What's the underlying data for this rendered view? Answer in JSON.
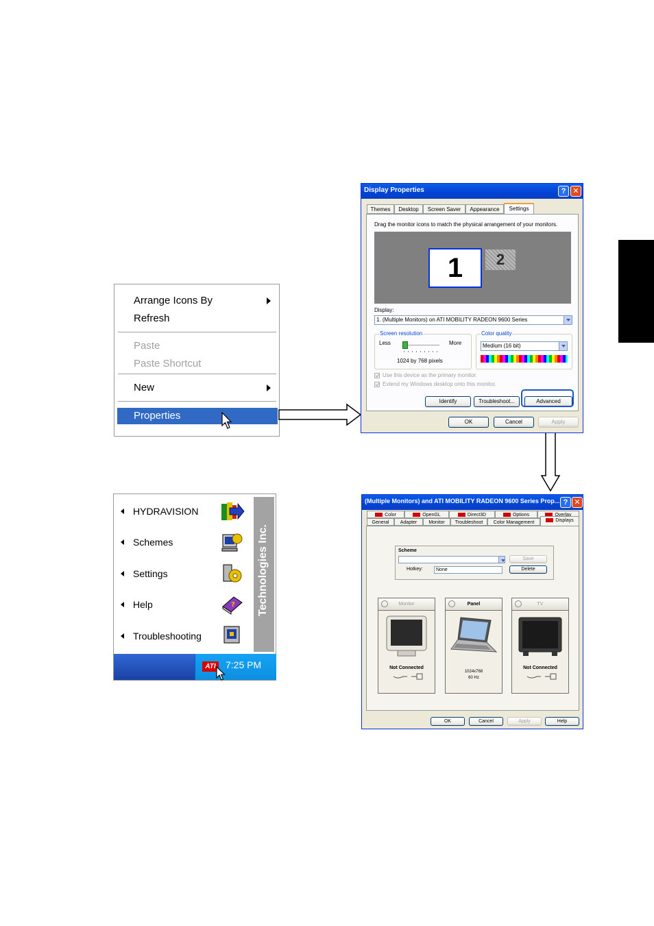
{
  "context_menu": {
    "items": [
      "Arrange Icons By",
      "Refresh",
      "Paste",
      "Paste Shortcut",
      "New",
      "Properties"
    ]
  },
  "display_properties": {
    "title": "Display Properties",
    "help_btn": "?",
    "close_btn": "✕",
    "tabs": [
      "Themes",
      "Desktop",
      "Screen Saver",
      "Appearance",
      "Settings"
    ],
    "instruction": "Drag the monitor icons to match the physical arrangement of your monitors.",
    "monitor1": "1",
    "monitor2": "2",
    "display_label": "Display:",
    "display_value": "1. (Multiple Monitors) on ATI MOBILITY RADEON 9600 Series",
    "resolution_group": "Screen resolution",
    "less": "Less",
    "more": "More",
    "resolution_value": "1024 by 768 pixels",
    "color_group": "Color quality",
    "color_value": "Medium (16 bit)",
    "check_primary": "Use this device as the primary monitor.",
    "check_extend": "Extend my Windows desktop onto this monitor.",
    "btn_identify": "Identify",
    "btn_troubleshoot": "Troubleshoot...",
    "btn_advanced": "Advanced",
    "btn_ok": "OK",
    "btn_cancel": "Cancel",
    "btn_apply": "Apply"
  },
  "ati_menu": {
    "items": [
      "HYDRAVISION",
      "Schemes",
      "Settings",
      "Help",
      "Troubleshooting"
    ],
    "brand": "Technologies Inc.",
    "tray_logo": "ATI",
    "time": "7:25 PM"
  },
  "ati_dialog": {
    "title": "(Multiple Monitors) and ATI MOBILITY RADEON 9600 Series Prop...",
    "help_btn": "?",
    "close_btn": "✕",
    "tabs_row1": [
      "Color",
      "OpenGL",
      "Direct3D",
      "Options",
      "Overlay"
    ],
    "tabs_row2": [
      "General",
      "Adapter",
      "Monitor",
      "Troubleshoot",
      "Color Management",
      "Displays"
    ],
    "scheme_label": "Scheme",
    "btn_save": "Save",
    "hotkey_label": "Hotkey:",
    "hotkey_value": "None",
    "btn_delete": "Delete",
    "devices": [
      {
        "name": "Monitor",
        "status": "Not Connected",
        "info": ""
      },
      {
        "name": "Panel",
        "status": "",
        "info": "1024x768"
      },
      {
        "name": "TV",
        "status": "Not Connected",
        "info": ""
      }
    ],
    "panel_rate": "60 Hz",
    "btn_ok": "OK",
    "btn_cancel": "Cancel",
    "btn_apply": "Apply",
    "btn_help": "Help"
  }
}
